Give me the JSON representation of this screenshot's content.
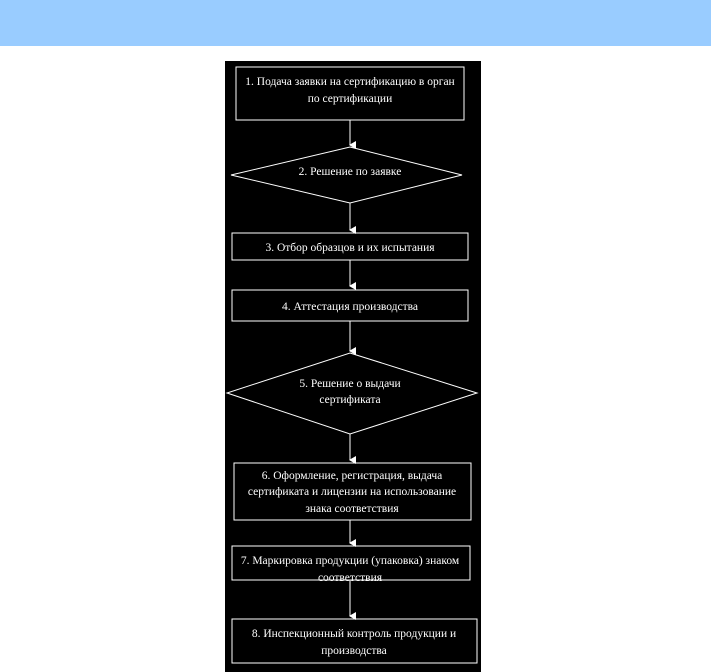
{
  "colors": {
    "band": "#99ccff",
    "panel": "#000000",
    "stroke": "#ffffff",
    "text": "#ffffff"
  },
  "flowchart": {
    "steps": [
      {
        "shape": "rect",
        "lines": [
          "1. Подача заявки на сертификацию в орган",
          "по сертификации"
        ]
      },
      {
        "shape": "diamond",
        "lines": [
          "2. Решение по заявке"
        ]
      },
      {
        "shape": "rect",
        "lines": [
          "3. Отбор образцов и их испытания"
        ]
      },
      {
        "shape": "rect",
        "lines": [
          "4. Аттестация производства"
        ]
      },
      {
        "shape": "diamond",
        "lines": [
          "5. Решение о выдачи",
          "сертификата"
        ]
      },
      {
        "shape": "rect",
        "lines": [
          "6. Оформление, регистрация, выдача",
          "сертификата и лицензии на использование",
          "знака соответствия"
        ]
      },
      {
        "shape": "rect",
        "lines": [
          "7. Маркировка продукции (упаковка) знаком",
          "соответствия"
        ]
      },
      {
        "shape": "rect",
        "lines": [
          "8. Инспекционный контроль продукции и",
          "производства"
        ]
      }
    ]
  }
}
